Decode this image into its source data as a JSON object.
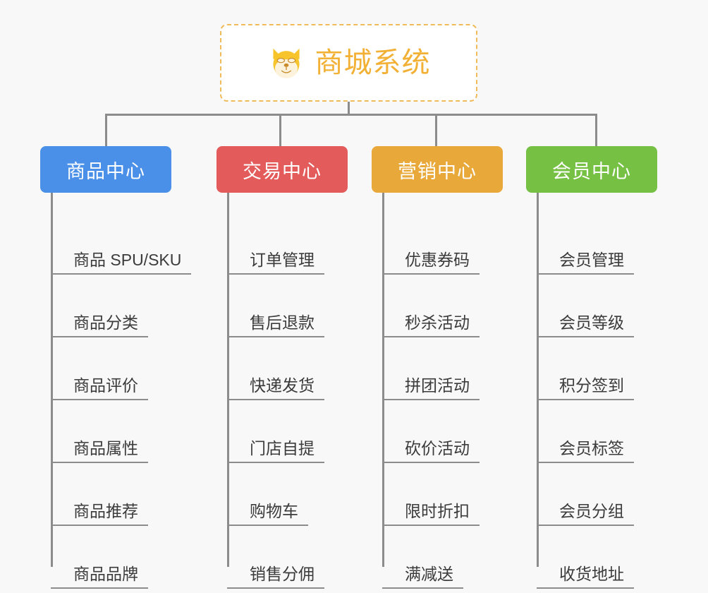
{
  "background_color": "#f8f8f8",
  "root": {
    "title": "商城系统",
    "icon": "dog-face-emoji",
    "text_color": "#f2b035",
    "border_color": "#f0bb5a"
  },
  "connector_color": "#8c8c8c",
  "columns": [
    {
      "id": "product-center",
      "label": "商品中心",
      "color": "#4a90e8",
      "items": [
        "商品 SPU/SKU",
        "商品分类",
        "商品评价",
        "商品属性",
        "商品推荐",
        "商品品牌"
      ]
    },
    {
      "id": "trade-center",
      "label": "交易中心",
      "color": "#e45b5b",
      "items": [
        "订单管理",
        "售后退款",
        "快递发货",
        "门店自提",
        "购物车",
        "销售分佣"
      ]
    },
    {
      "id": "marketing-center",
      "label": "营销中心",
      "color": "#e8a93a",
      "items": [
        "优惠券码",
        "秒杀活动",
        "拼团活动",
        "砍价活动",
        "限时折扣",
        "满减送"
      ]
    },
    {
      "id": "member-center",
      "label": "会员中心",
      "color": "#76c044",
      "items": [
        "会员管理",
        "会员等级",
        "积分签到",
        "会员标签",
        "会员分组",
        "收货地址"
      ]
    }
  ]
}
